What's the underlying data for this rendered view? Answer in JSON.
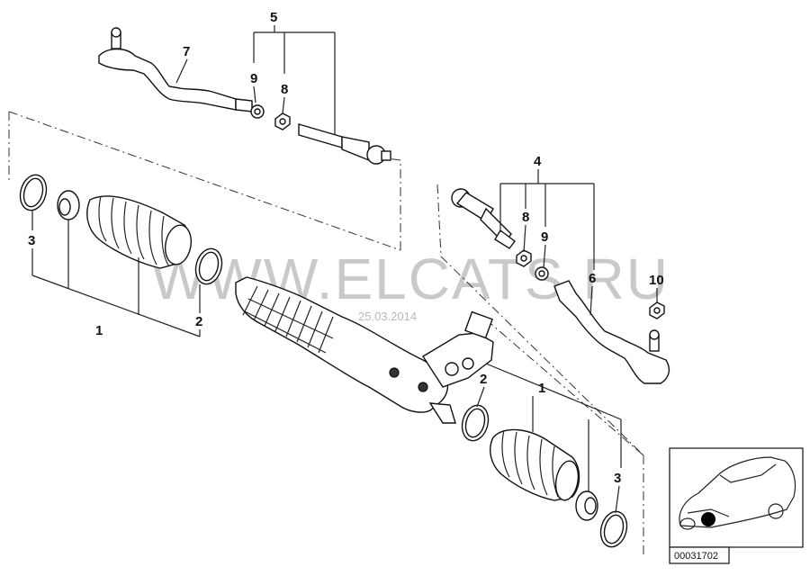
{
  "watermark": {
    "text": "WWW.ELCATS.RU",
    "date": "25.03.2014"
  },
  "reference_code": "00031702",
  "callouts": [
    {
      "id": "c5-top",
      "label": "5"
    },
    {
      "id": "c7",
      "label": "7"
    },
    {
      "id": "c9-top",
      "label": "9"
    },
    {
      "id": "c8-top",
      "label": "8"
    },
    {
      "id": "c3-left",
      "label": "3"
    },
    {
      "id": "c1-left",
      "label": "1"
    },
    {
      "id": "c2-left",
      "label": "2"
    },
    {
      "id": "c4",
      "label": "4"
    },
    {
      "id": "c8-right",
      "label": "8"
    },
    {
      "id": "c9-right",
      "label": "9"
    },
    {
      "id": "c6",
      "label": "6"
    },
    {
      "id": "c10",
      "label": "10"
    },
    {
      "id": "c2-right",
      "label": "2"
    },
    {
      "id": "c1-right",
      "label": "1"
    },
    {
      "id": "c3-right",
      "label": "3"
    }
  ]
}
